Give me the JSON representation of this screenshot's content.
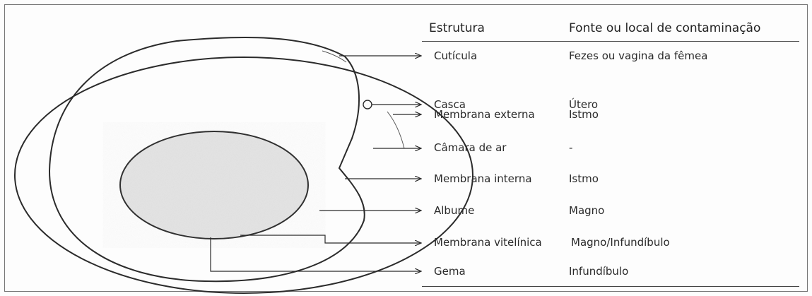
{
  "table": {
    "headers": {
      "structure": "Estrutura",
      "source": "Fonte ou local de contaminação"
    },
    "rows": [
      {
        "structure": "Cutícula",
        "source": "Fezes ou vagina da fêmea"
      },
      {
        "structure": "Casca",
        "source": "Útero"
      },
      {
        "structure": "Membrana externa",
        "source": "Istmo"
      },
      {
        "structure": "Câmara de ar",
        "source": "-"
      },
      {
        "structure": "Membrana interna",
        "source": "Istmo"
      },
      {
        "structure": "Albume",
        "source": "Magno"
      },
      {
        "structure": "Membrana vitelínica",
        "source": "Magno/Infundíbulo"
      },
      {
        "structure": "Gema",
        "source": "Infundíbulo"
      }
    ]
  },
  "colors": {
    "line": "#2b2b2b",
    "yolk": "#e3e3e3",
    "text": "#2a2a2a"
  }
}
